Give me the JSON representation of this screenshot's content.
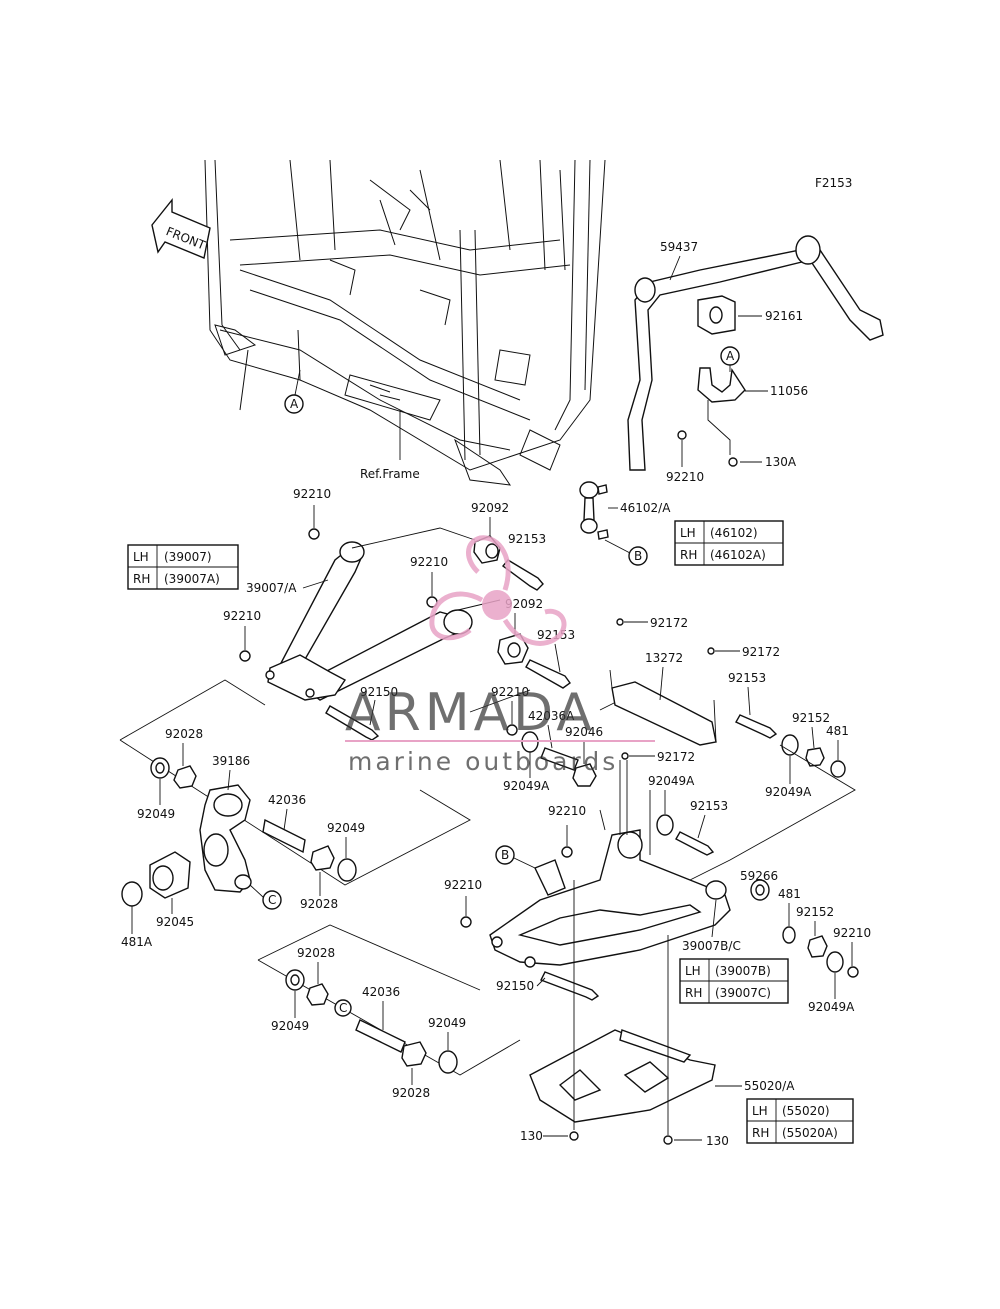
{
  "figure_code": "F2153",
  "front_label": "FRONT",
  "ref_frame_label": "Ref.Frame",
  "callouts": {
    "a": "A",
    "b": "B",
    "c": "C"
  },
  "parts": {
    "p59437": "59437",
    "p92161": "92161",
    "p11056": "11056",
    "p130A": "130A",
    "p92210": "92210",
    "p46102A": "46102/A",
    "p92092": "92092",
    "p92153": "92153",
    "p39007A": "39007/A",
    "p92172": "92172",
    "p13272": "13272",
    "p92150": "92150",
    "p42036A": "42036A",
    "p92046": "92046",
    "p92049A": "92049A",
    "p92152": "92152",
    "p481": "481",
    "p92028": "92028",
    "p39186": "39186",
    "p92049": "92049",
    "p42036": "42036",
    "p92045": "92045",
    "p481A": "481A",
    "p59266": "59266",
    "p39007BC": "39007B/C",
    "p55020A": "55020/A",
    "p130": "130"
  },
  "tables": {
    "t46102": {
      "rows": [
        [
          "LH",
          "(46102)"
        ],
        [
          "RH",
          "(46102A)"
        ]
      ]
    },
    "t39007": {
      "rows": [
        [
          "LH",
          "(39007)"
        ],
        [
          "RH",
          "(39007A)"
        ]
      ]
    },
    "t39007bc": {
      "rows": [
        [
          "LH",
          "(39007B)"
        ],
        [
          "RH",
          "(39007C)"
        ]
      ]
    },
    "t55020": {
      "rows": [
        [
          "LH",
          "(55020)"
        ],
        [
          "RH",
          "(55020A)"
        ]
      ]
    }
  },
  "watermark": {
    "brand": "ARMADA",
    "tagline": "marine outboards",
    "logo_color": "#e8a3c6",
    "text_color": "#333333"
  }
}
